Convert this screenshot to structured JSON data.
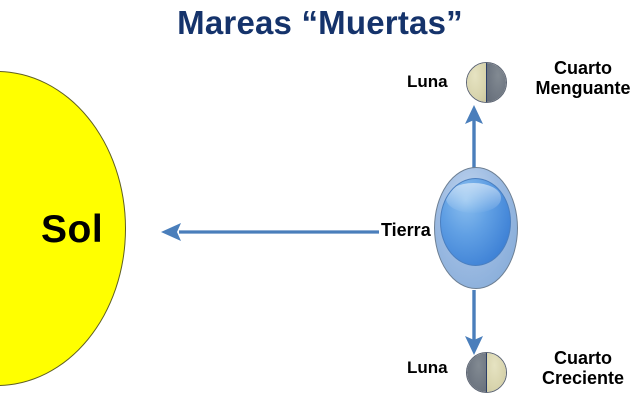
{
  "diagram": {
    "title": "Mareas “Muertas”",
    "sun": {
      "label": "Sol",
      "color": "#ffff00",
      "text_color": "#000000"
    },
    "earth": {
      "label": "Tierra",
      "core_color": "#4a8fe0",
      "bulge_color": "#9dbbe2"
    },
    "moons": [
      {
        "position": "top",
        "label": "Luna",
        "phase": "Cuarto\nMenguante",
        "phase_line1": "Cuarto",
        "phase_line2": "Menguante",
        "lit_side": "left",
        "lit_color": "#d8d4ad",
        "dark_color": "#6f7782"
      },
      {
        "position": "bottom",
        "label": "Luna",
        "phase": "Cuarto\nCreciente",
        "phase_line1": "Cuarto",
        "phase_line2": "Creciente",
        "lit_side": "right",
        "lit_color": "#d8d4ad",
        "dark_color": "#6f7782"
      }
    ],
    "arrows": [
      {
        "name": "earth-to-sun",
        "direction": "left",
        "color": "#4a7ebb"
      },
      {
        "name": "earth-to-moon-top",
        "direction": "up",
        "color": "#4a7ebb"
      },
      {
        "name": "earth-to-moon-bottom",
        "direction": "down",
        "color": "#4a7ebb"
      }
    ],
    "title_color": "#15336b",
    "background_color": "#ffffff"
  }
}
